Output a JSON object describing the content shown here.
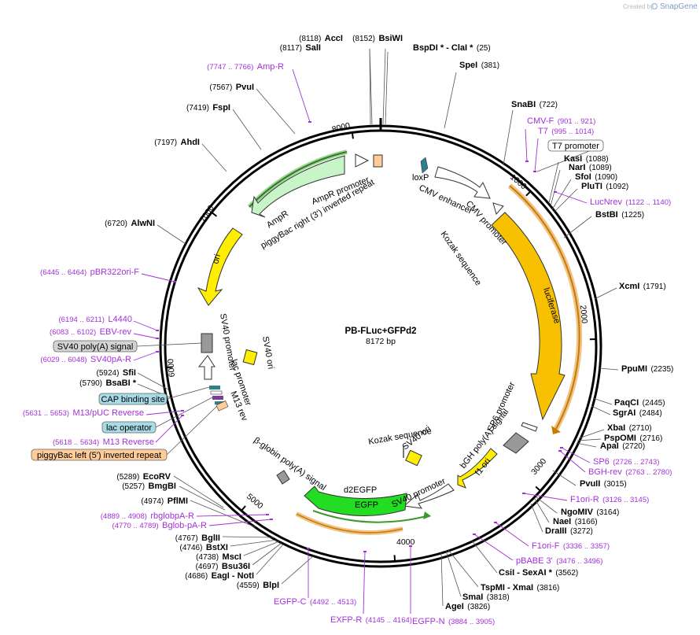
{
  "watermark": {
    "created_by": "Created by",
    "brand": "SnapGene"
  },
  "plasmid": {
    "name": "PB-FLuc+GFPd2",
    "length": "8172 bp"
  },
  "ticks": [
    "1000",
    "2000",
    "3000",
    "4000",
    "5000",
    "6000",
    "7000",
    "8000"
  ],
  "enzymes": [
    {
      "name": "AccI",
      "pos": "(8118)"
    },
    {
      "name": "SalI",
      "pos": "(8117)"
    },
    {
      "name": "BsiWI",
      "pos": "(8152)"
    },
    {
      "name": "BspDI * - ClaI *",
      "pos": "(25)"
    },
    {
      "name": "SpeI",
      "pos": "(381)"
    },
    {
      "name": "SnaBI",
      "pos": "(722)"
    },
    {
      "name": "KasI",
      "pos": "(1088)"
    },
    {
      "name": "NarI",
      "pos": "(1089)"
    },
    {
      "name": "SfoI",
      "pos": "(1090)"
    },
    {
      "name": "PluTI",
      "pos": "(1092)"
    },
    {
      "name": "BstBI",
      "pos": "(1225)"
    },
    {
      "name": "XcmI",
      "pos": "(1791)"
    },
    {
      "name": "PpuMI",
      "pos": "(2235)"
    },
    {
      "name": "PaqCI",
      "pos": "(2445)"
    },
    {
      "name": "SgrAI",
      "pos": "(2484)"
    },
    {
      "name": "XbaI",
      "pos": "(2710)"
    },
    {
      "name": "PspOMI",
      "pos": "(2716)"
    },
    {
      "name": "ApaI",
      "pos": "(2720)"
    },
    {
      "name": "PvuII",
      "pos": "(3015)"
    },
    {
      "name": "NgoMIV",
      "pos": "(3164)"
    },
    {
      "name": "NaeI",
      "pos": "(3166)"
    },
    {
      "name": "DraIII",
      "pos": "(3272)"
    },
    {
      "name": "CsiI - SexAI *",
      "pos": "(3562)"
    },
    {
      "name": "TspMI - XmaI",
      "pos": "(3816)"
    },
    {
      "name": "SmaI",
      "pos": "(3818)"
    },
    {
      "name": "AgeI",
      "pos": "(3826)"
    },
    {
      "name": "BlpI",
      "pos": "(4559)"
    },
    {
      "name": "EagI - NotI",
      "pos": "(4686)"
    },
    {
      "name": "Bsu36I",
      "pos": "(4697)"
    },
    {
      "name": "MscI",
      "pos": "(4738)"
    },
    {
      "name": "BstXI",
      "pos": "(4746)"
    },
    {
      "name": "BglII",
      "pos": "(4767)"
    },
    {
      "name": "PflMI",
      "pos": "(4974)"
    },
    {
      "name": "BmgBI",
      "pos": "(5257)"
    },
    {
      "name": "EcoRV",
      "pos": "(5289)"
    },
    {
      "name": "BsaBI *",
      "pos": "(5790)"
    },
    {
      "name": "SfiI",
      "pos": "(5924)"
    },
    {
      "name": "AlwNI",
      "pos": "(6720)"
    },
    {
      "name": "AhdI",
      "pos": "(7197)"
    },
    {
      "name": "FspI",
      "pos": "(7419)"
    },
    {
      "name": "PvuI",
      "pos": "(7567)"
    }
  ],
  "primers": [
    {
      "name": "Amp-R",
      "pos": "(7747 .. 7766)"
    },
    {
      "name": "CMV-F",
      "pos": "(901 .. 921)"
    },
    {
      "name": "T7",
      "pos": "(995 .. 1014)"
    },
    {
      "name": "LucNrev",
      "pos": "(1122 .. 1140)"
    },
    {
      "name": "SP6",
      "pos": "(2726 .. 2743)"
    },
    {
      "name": "BGH-rev",
      "pos": "(2763 .. 2780)"
    },
    {
      "name": "F1ori-R",
      "pos": "(3126 .. 3145)"
    },
    {
      "name": "F1ori-F",
      "pos": "(3336 .. 3357)"
    },
    {
      "name": "pBABE 3'",
      "pos": "(3476 .. 3496)"
    },
    {
      "name": "EGFP-N",
      "pos": "(3884 .. 3905)"
    },
    {
      "name": "EXFP-R",
      "pos": "(4145 .. 4164)"
    },
    {
      "name": "EGFP-C",
      "pos": "(4492 .. 4513)"
    },
    {
      "name": "Bglob-pA-R",
      "pos": "(4770 .. 4789)"
    },
    {
      "name": "rbglobpA-R",
      "pos": "(4889 .. 4908)"
    },
    {
      "name": "M13 Reverse",
      "pos": "(5618 .. 5634)"
    },
    {
      "name": "M13/pUC Reverse",
      "pos": "(5631 .. 5653)"
    },
    {
      "name": "SV40pA-R",
      "pos": "(6029 .. 6048)"
    },
    {
      "name": "EBV-rev",
      "pos": "(6083 .. 6102)"
    },
    {
      "name": "L4440",
      "pos": "(6194 .. 6211)"
    },
    {
      "name": "pBR322ori-F",
      "pos": "(6445 .. 6464)"
    }
  ],
  "boxed_labels": [
    "T7 promoter",
    "SV40 poly(A) signal",
    "CAP binding site",
    "lac operator",
    "piggyBac left (5') inverted repeat"
  ],
  "features": [
    "AmpR promoter",
    "piggyBac right (3') inverted repeat",
    "AmpR",
    "loxP",
    "CMV enhancer",
    "CMV promoter",
    "Kozak sequence",
    "luciferase",
    "ori",
    "SV40 ori",
    "SV40 promoter",
    "lac promoter",
    "M13 rev",
    "SP6 promoter",
    "bGH poly(A) signal",
    "f1 ori",
    "Kozak sequence",
    "SV40 ori",
    "SV40 promoter",
    "d2EGFP",
    "EGFP",
    "β-globin poly(A) signal"
  ],
  "colors": {
    "primer": "#a230d8",
    "promoter": "#ffffff",
    "cds_amp": "#c8f5c8",
    "luciferase": "#f7c000",
    "ori": "#ffee00",
    "egfp": "#22dd22",
    "frame_orange": "#f0a53a",
    "frame_green": "#3a9a2a"
  }
}
